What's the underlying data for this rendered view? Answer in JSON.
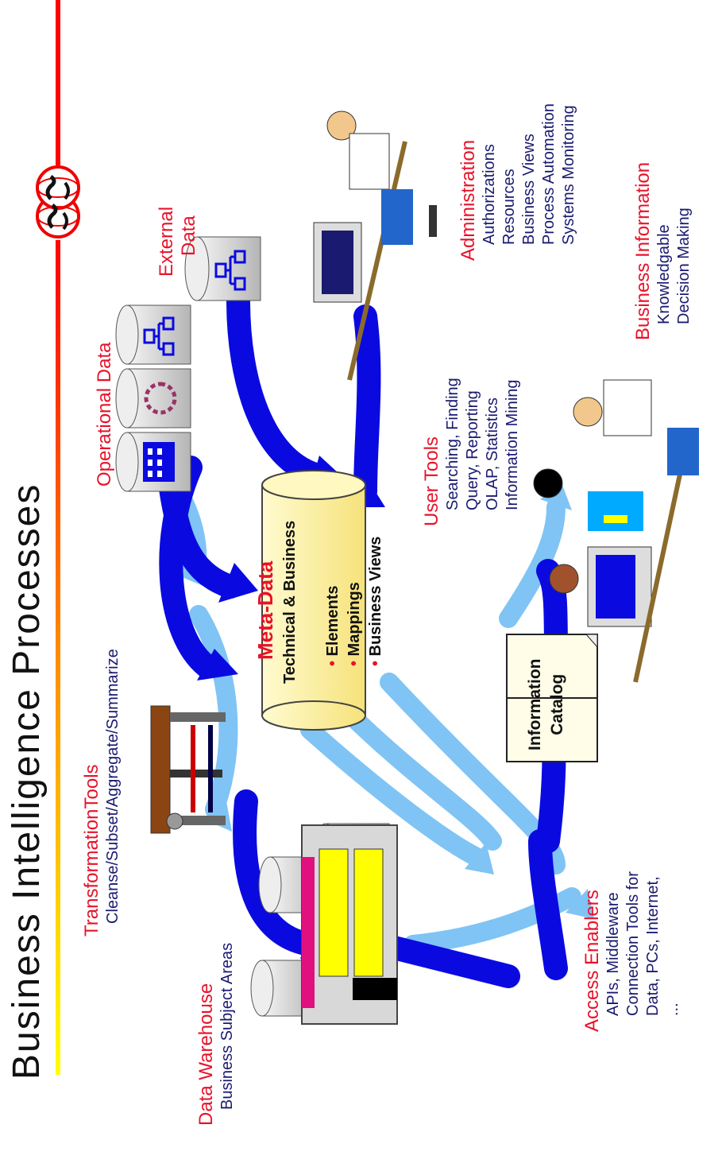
{
  "title": "Business Intelligence Processes",
  "operational": {
    "heading": "Operational Data"
  },
  "external": {
    "line1": "External",
    "line2": "Data"
  },
  "administration": {
    "heading": "Administration",
    "items": [
      "Authorizations",
      "Resources",
      "Business Views",
      "Process Automation",
      "Systems Monitoring"
    ]
  },
  "business_information": {
    "heading": "Business Information",
    "items": [
      "Knowledgable",
      "Decision Making"
    ]
  },
  "user_tools": {
    "heading": "User Tools",
    "items": [
      "Searching, Finding",
      "Query, Reporting",
      "OLAP, Statistics",
      "Information Mining"
    ]
  },
  "metadata": {
    "heading": "Meta-Data",
    "subheading": "Technical & Business",
    "bullets": [
      "Elements",
      "Mappings",
      "Business Views"
    ]
  },
  "transformation": {
    "heading": "TransformationTools",
    "detail": "Cleanse/Subset/Aggregate/Summarize"
  },
  "data_warehouse": {
    "heading": "Data Warehouse",
    "detail": "Business Subject Areas"
  },
  "access_enablers": {
    "heading": "Access Enablers",
    "items": [
      "APIs, Middleware",
      "Connection Tools for",
      "Data, PCs, Internet,",
      "..."
    ]
  },
  "catalog": {
    "line1": "Information",
    "line2": "Catalog"
  },
  "colors": {
    "dark_flow": "#0a0ae0",
    "light_flow": "#7fc4f4",
    "label_red": "#e8122a",
    "label_blue": "#1a1a70",
    "cylinder_yellow": "#fff5a8"
  }
}
